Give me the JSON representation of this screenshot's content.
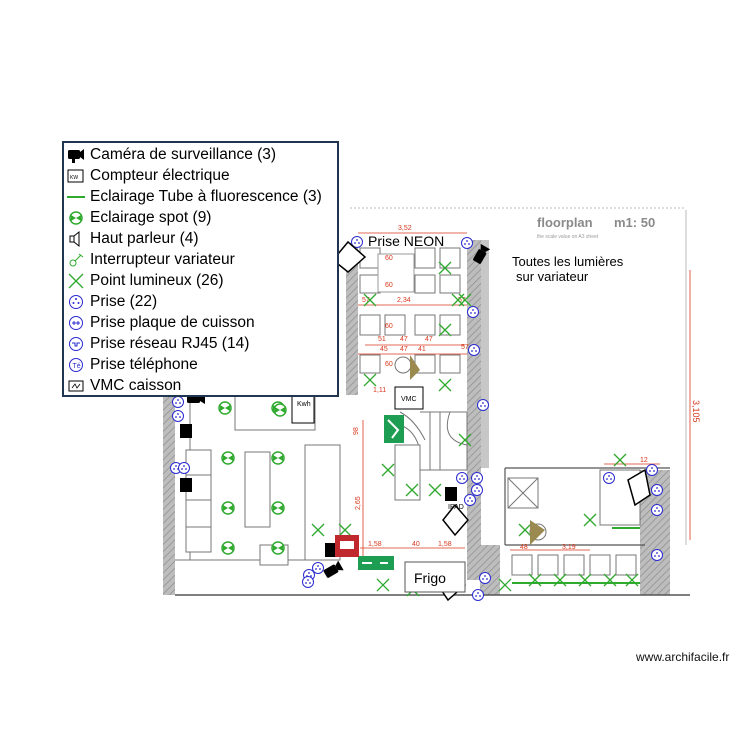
{
  "legend": {
    "items": [
      {
        "icon": "camera-icon",
        "label": "Caméra de surveillance (3)"
      },
      {
        "icon": "electric-meter-icon",
        "label": "Compteur électrique"
      },
      {
        "icon": "fluorescent-tube-icon",
        "label": "Eclairage Tube à fluorescence (3)"
      },
      {
        "icon": "spotlight-icon",
        "label": "Eclairage spot (9)"
      },
      {
        "icon": "speaker-icon",
        "label": "Haut parleur (4)"
      },
      {
        "icon": "dimmer-switch-icon",
        "label": "Interrupteur variateur"
      },
      {
        "icon": "light-point-icon",
        "label": "Point lumineux (26)"
      },
      {
        "icon": "socket-icon",
        "label": "Prise (22)"
      },
      {
        "icon": "cooktop-socket-icon",
        "label": "Prise plaque de cuisson"
      },
      {
        "icon": "rj45-socket-icon",
        "label": "Prise réseau RJ45 (14)"
      },
      {
        "icon": "phone-socket-icon",
        "label": "Prise téléphone"
      },
      {
        "icon": "vmc-icon",
        "label": "VMC caisson"
      }
    ]
  },
  "plan": {
    "brand": "floorplan",
    "scale": "m1: 50",
    "scale_note": "the scale value on A3 sheet",
    "note_line1": "Toutes les lumières",
    "note_line2": "sur variateur",
    "prise_neon": "Prise NEON",
    "vmc": "VMC",
    "kwh": "Kwh",
    "frigo": "Frigo",
    "ipad": "IPAD",
    "dimensions": {
      "d352": "3,52",
      "d234": "2,34",
      "d3105": "3,105",
      "d158a": "1,58",
      "d158b": "1,58",
      "d319": "3,19",
      "d265": "2,65",
      "d111": "1,11",
      "d60a": "60",
      "d60b": "60",
      "d60c": "60",
      "d60d": "60",
      "d57a": "57",
      "d57b": "57",
      "d57c": "57",
      "d51": "51",
      "d47a": "47",
      "d47b": "47",
      "d47c": "47",
      "d45": "45",
      "d41": "41",
      "d40": "40",
      "d48": "48",
      "d98": "98",
      "d12": "12"
    }
  },
  "credit": "www.archifacile.fr",
  "colors": {
    "light_point": "#2faa2f",
    "dimension": "#d9381e",
    "wall": "#9a9a9a",
    "legend_border": "#1f3550",
    "exit_sign": "#1e9e52",
    "panel_red": "#c0282d"
  }
}
